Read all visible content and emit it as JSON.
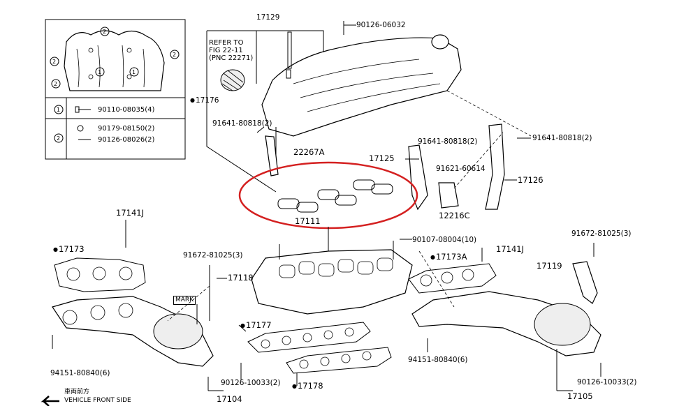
{
  "inset": {
    "callouts": [
      "1",
      "2"
    ],
    "legend": [
      {
        "marker": "1",
        "part": "90110-08035(4)"
      },
      {
        "marker": "2",
        "part": "90179-08150(2)"
      },
      {
        "marker": "",
        "part": "90126-08026(2)"
      }
    ]
  },
  "note": {
    "text": "REFER TO\nFIG 22-11\n(PNC 22271)"
  },
  "labels": {
    "p17129": "17129",
    "p90126_06032": "90126-06032",
    "p17176": "17176",
    "p91641_a": "91641-80818(2)",
    "p22267A": "22267A",
    "p17125": "17125",
    "p91641_b": "91641-80818(2)",
    "p91641_c": "91641-80818(2)",
    "p91621": "91621-60614",
    "p17126": "17126",
    "p12216C": "12216C",
    "p17111": "17111",
    "p17141J_l": "17141J",
    "p17173": "17173",
    "p91672_l": "91672-81025(3)",
    "p17118": "17118",
    "mark": "MARK",
    "p17177": "17177",
    "p90107": "90107-08004(10)",
    "p17141J_r": "17141J",
    "p17173A": "17173A",
    "p91672_r": "91672-81025(3)",
    "p17119": "17119",
    "p94151_l": "94151-80840(6)",
    "p94151_r": "94151-80840(6)",
    "p90126_l": "90126-10033(2)",
    "p90126_r": "90126-10033(2)",
    "p17178": "17178",
    "p17104": "17104",
    "p17105": "17105",
    "front_jp": "車両前方",
    "front_en": "VEHICLE FRONT SIDE"
  },
  "highlight": {
    "color": "#d42020"
  }
}
